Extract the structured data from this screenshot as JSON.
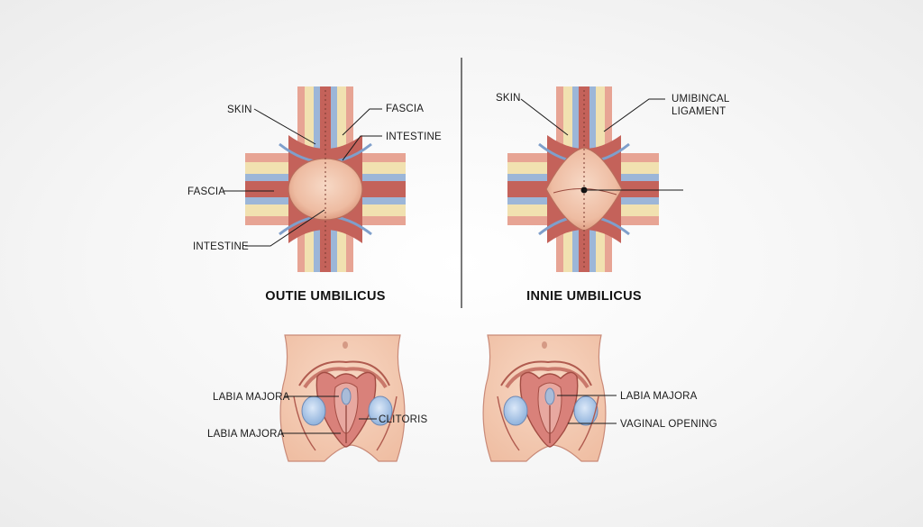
{
  "outie_panel": {
    "title": "OUTIE UMBILICUS",
    "labels": {
      "skin": "SKIN",
      "fascia_top": "FASCIA",
      "intestine_top": "INTESTINE",
      "fascia_left": "FASCIA",
      "intestine_bottom": "INTESTINE"
    }
  },
  "innie_panel": {
    "title": "INNIE UMBILICUS",
    "labels": {
      "skin": "SKIN",
      "ligament_line1": "UMIBINCAL",
      "ligament_line2": "LIGAMENT"
    }
  },
  "lower_left_panel": {
    "labels": {
      "labia_majora_upper": "LABIA MAJORA",
      "clitoris": "CLITORIS",
      "labia_majora_lower": "LABIA MAJORA"
    }
  },
  "lower_right_panel": {
    "labels": {
      "labia_majora": "LABIA MAJORA",
      "vaginal_opening": "VAGINAL OPENING"
    }
  },
  "colors": {
    "skin": "#f3c9ae",
    "skin_edge": "#c98a78",
    "fat": "#f1e1b0",
    "fascia": "#9cb6d8",
    "muscle": "#c4625a",
    "bulge": "#efbfa5"
  }
}
